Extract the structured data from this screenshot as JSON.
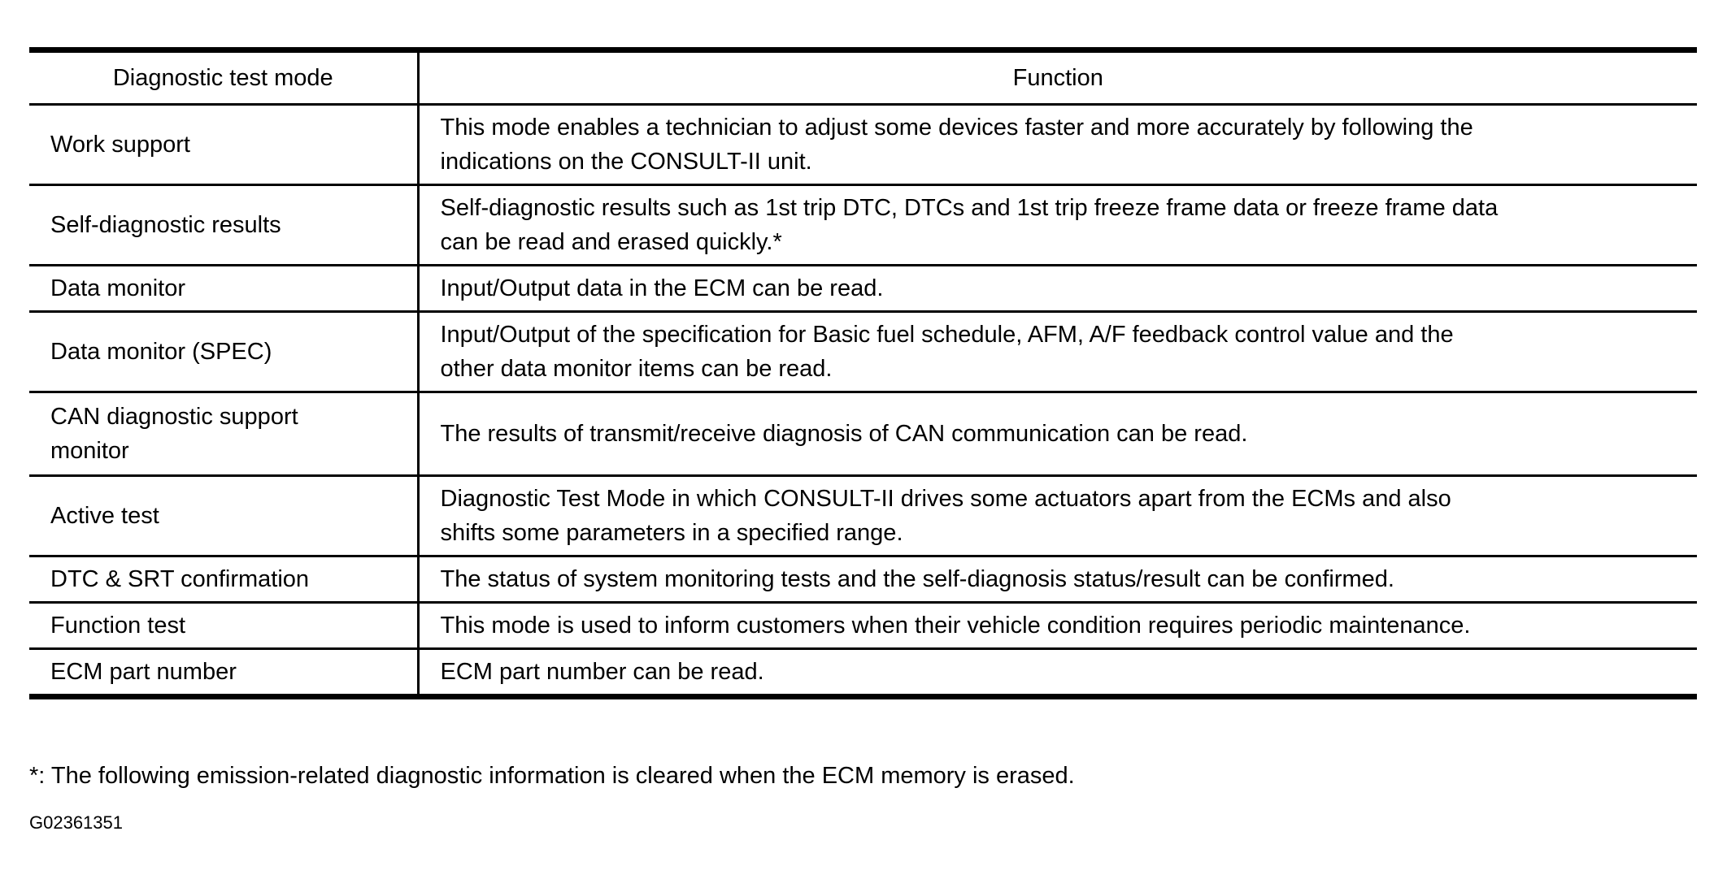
{
  "table": {
    "headers": {
      "mode": "Diagnostic test mode",
      "function": "Function"
    },
    "rows": [
      {
        "mode": "Work support",
        "function_line1": "This mode enables a technician to adjust some devices faster and more accurately by following the",
        "function_line2": "indications on the CONSULT-II unit."
      },
      {
        "mode": "Self-diagnostic results",
        "function_line1": "Self-diagnostic results such as 1st trip DTC, DTCs and 1st trip freeze frame data or freeze frame data",
        "function_line2": "can be read and erased quickly.*"
      },
      {
        "mode": "Data monitor",
        "function_line1": "Input/Output data in the ECM can be read.",
        "function_line2": ""
      },
      {
        "mode": "Data monitor (SPEC)",
        "function_line1": "Input/Output of the specification for Basic fuel schedule, AFM, A/F feedback control value and the",
        "function_line2": "other data monitor items can be read."
      },
      {
        "mode_line1": "CAN diagnostic support",
        "mode_line2": "monitor",
        "function_line1": "The results of transmit/receive diagnosis of CAN communication can be read.",
        "function_line2": ""
      },
      {
        "mode": "Active test",
        "function_line1": "Diagnostic Test Mode in which CONSULT-II drives some actuators apart from the ECMs and also",
        "function_line2": "shifts some parameters in a specified range."
      },
      {
        "mode": "DTC & SRT confirmation",
        "function_line1": "The status of system monitoring tests and the self-diagnosis status/result can be confirmed.",
        "function_line2": ""
      },
      {
        "mode": "Function test",
        "function_line1": "This mode is used to inform customers when their vehicle condition requires periodic maintenance.",
        "function_line2": ""
      },
      {
        "mode": "ECM part number",
        "function_line1": "ECM part number can be read.",
        "function_line2": ""
      }
    ]
  },
  "footnote": "*: The following emission-related diagnostic information is cleared when the ECM memory is erased.",
  "figure_id": "G02361351"
}
